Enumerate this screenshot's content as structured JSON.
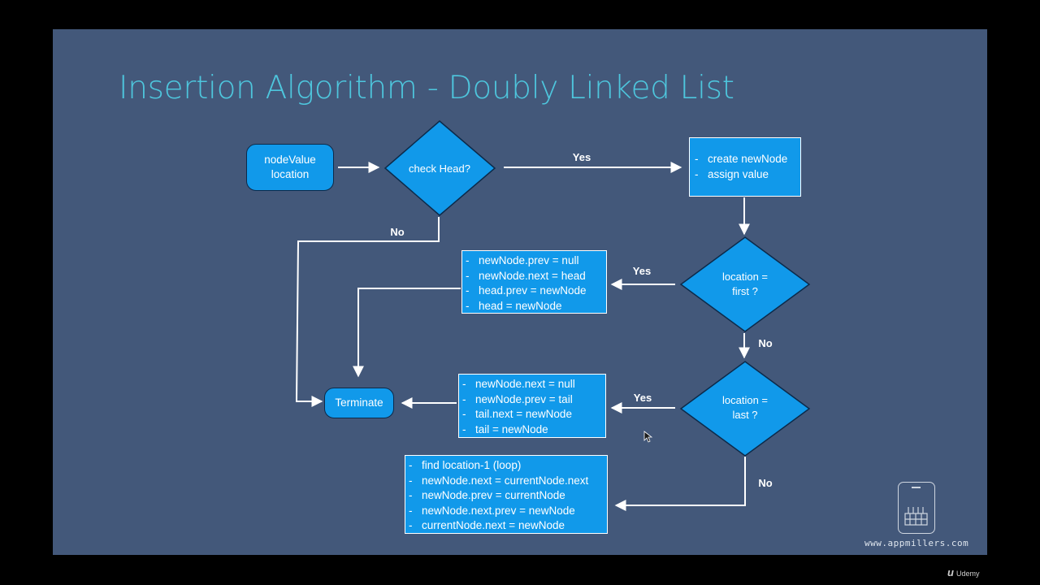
{
  "slide": {
    "title": "Insertion Algorithm - Doubly Linked List",
    "background": "#43587a",
    "title_color": "#4ec6dd",
    "node_color": "#1199ea"
  },
  "nodes": {
    "start": {
      "line1": "nodeValue",
      "line2": "location"
    },
    "check_head": {
      "label": "check Head?"
    },
    "create_node": {
      "items": [
        "create newNode",
        "assign value"
      ]
    },
    "location_first": {
      "line1": "location =",
      "line2": "first ?"
    },
    "insert_first": {
      "items": [
        "newNode.prev = null",
        "newNode.next = head",
        "head.prev = newNode",
        "head = newNode"
      ]
    },
    "location_last": {
      "line1": "location =",
      "line2": "last ?"
    },
    "insert_last": {
      "items": [
        "newNode.next = null",
        "newNode.prev = tail",
        "tail.next = newNode",
        "tail = newNode"
      ]
    },
    "insert_middle": {
      "items": [
        "find location-1 (loop)",
        "newNode.next = currentNode.next",
        "newNode.prev = currentNode",
        "newNode.next.prev = newNode",
        "currentNode.next = newNode"
      ]
    },
    "terminate": {
      "label": "Terminate"
    }
  },
  "edges": {
    "head_yes": "Yes",
    "head_no": "No",
    "first_yes": "Yes",
    "first_no": "No",
    "last_yes": "Yes",
    "last_no": "No"
  },
  "branding": {
    "url": "www.appmillers.com",
    "platform_mark": "u",
    "platform": "Udemy",
    "logo_icon": "phone-factory-icon"
  }
}
